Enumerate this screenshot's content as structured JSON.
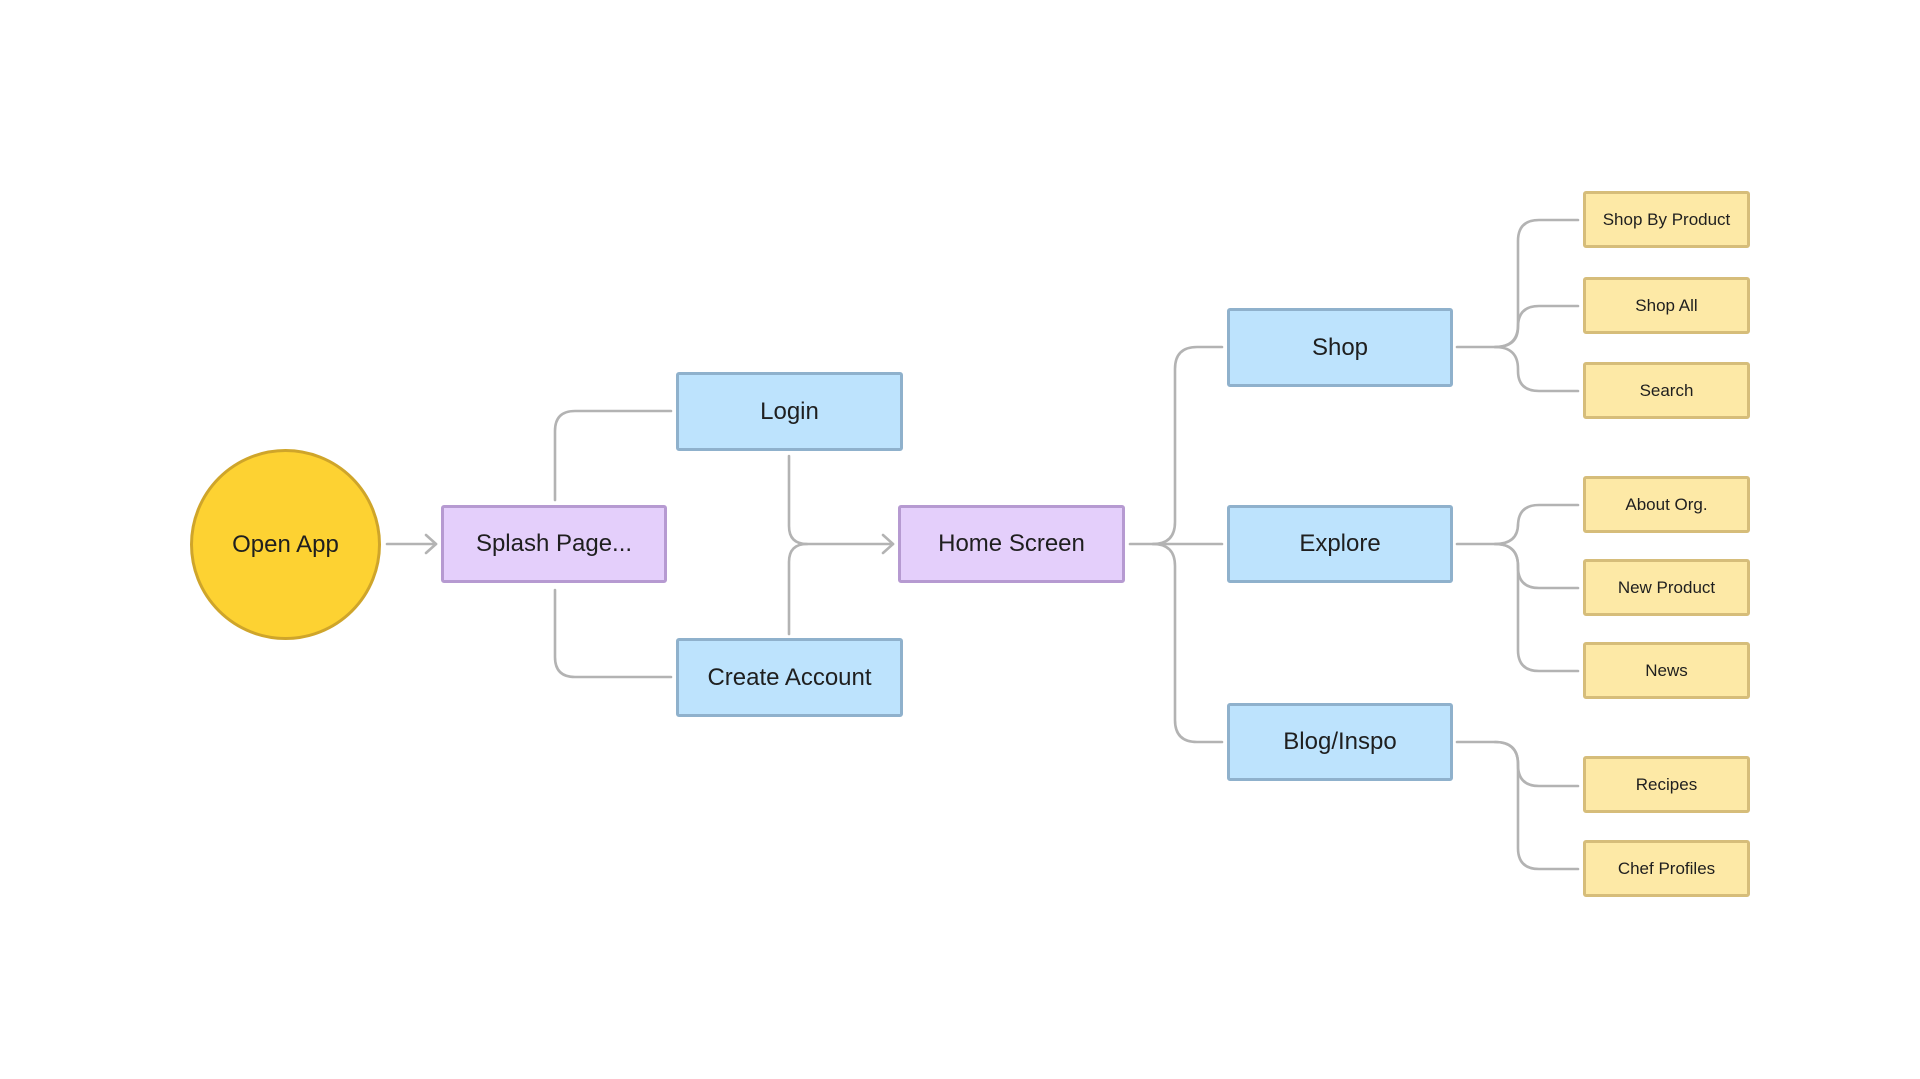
{
  "colors": {
    "start_fill": "#fdd232",
    "purple_fill": "#e4cffb",
    "blue_fill": "#bde3fd",
    "yellow_fill": "#fde9a6",
    "connector": "#b3b3b3"
  },
  "nodes": {
    "open_app": {
      "label": "Open App"
    },
    "splash_page": {
      "label": "Splash Page..."
    },
    "login": {
      "label": "Login"
    },
    "create_account": {
      "label": "Create Account"
    },
    "home_screen": {
      "label": "Home Screen"
    },
    "shop": {
      "label": "Shop"
    },
    "explore": {
      "label": "Explore"
    },
    "blog_inspo": {
      "label": "Blog/Inspo"
    },
    "shop_by_product": {
      "label": "Shop By Product"
    },
    "shop_all": {
      "label": "Shop All"
    },
    "search": {
      "label": "Search"
    },
    "about_org": {
      "label": "About Org."
    },
    "new_product": {
      "label": "New Product"
    },
    "news": {
      "label": "News"
    },
    "recipes": {
      "label": "Recipes"
    },
    "chef_profiles": {
      "label": "Chef Profiles"
    }
  },
  "edges": [
    {
      "from": "open_app",
      "to": "splash_page"
    },
    {
      "from": "splash_page",
      "to": "login"
    },
    {
      "from": "splash_page",
      "to": "create_account"
    },
    {
      "from": "login",
      "to": "home_screen"
    },
    {
      "from": "create_account",
      "to": "home_screen"
    },
    {
      "from": "home_screen",
      "to": "shop"
    },
    {
      "from": "home_screen",
      "to": "explore"
    },
    {
      "from": "home_screen",
      "to": "blog_inspo"
    },
    {
      "from": "shop",
      "to": "shop_by_product"
    },
    {
      "from": "shop",
      "to": "shop_all"
    },
    {
      "from": "shop",
      "to": "search"
    },
    {
      "from": "explore",
      "to": "about_org"
    },
    {
      "from": "explore",
      "to": "new_product"
    },
    {
      "from": "explore",
      "to": "news"
    },
    {
      "from": "blog_inspo",
      "to": "recipes"
    },
    {
      "from": "blog_inspo",
      "to": "chef_profiles"
    }
  ]
}
